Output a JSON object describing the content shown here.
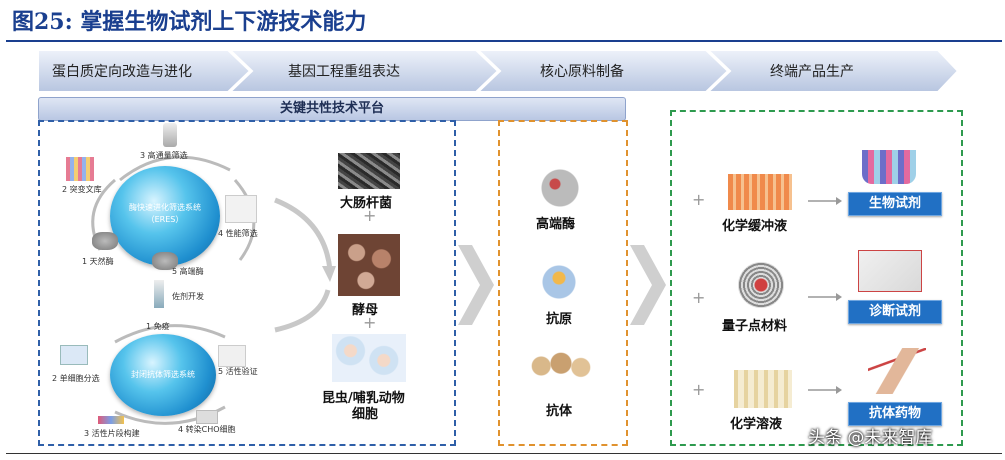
{
  "figure": {
    "title": "图25:  掌握生物试剂上下游技术能力",
    "watermark": "头条 @未来智库"
  },
  "stages": [
    "蛋白质定向改造与进化",
    "基因工程重组表达",
    "核心原料制备",
    "终端产品生产"
  ],
  "platform": {
    "title": "关键共性技术平台",
    "eres": {
      "name": "酶快速进化筛选系统",
      "abbr": "（ERES）",
      "steps": [
        "1 天然酶",
        "2 突变文库",
        "3 高通量筛选",
        "4 性能筛选",
        "5 高端酶"
      ]
    },
    "middle_step": "佐剂开发",
    "antibody": {
      "name": "封闭抗体筛选系统",
      "steps": [
        "1 免疫",
        "2 单细胞分选",
        "3 活性片段构建",
        "4 转染CHO细胞",
        "5 活性验证"
      ]
    }
  },
  "hosts": [
    "大肠杆菌",
    "酵母",
    "昆虫/哺乳动物",
    "细胞"
  ],
  "materials": [
    "高端酶",
    "抗原",
    "抗体"
  ],
  "products": [
    {
      "raw": "化学缓冲液",
      "product": "生物试剂"
    },
    {
      "raw": "量子点材料",
      "product": "诊断试剂"
    },
    {
      "raw": "化学溶液",
      "product": "抗体药物"
    }
  ],
  "colors": {
    "title": "#1a3f8f",
    "stage_band": "#c9d3e6",
    "blue_box": "#2f5fa8",
    "orange_box": "#e0922e",
    "green_box": "#2e9a4e",
    "product_badge": "#2170c4"
  }
}
